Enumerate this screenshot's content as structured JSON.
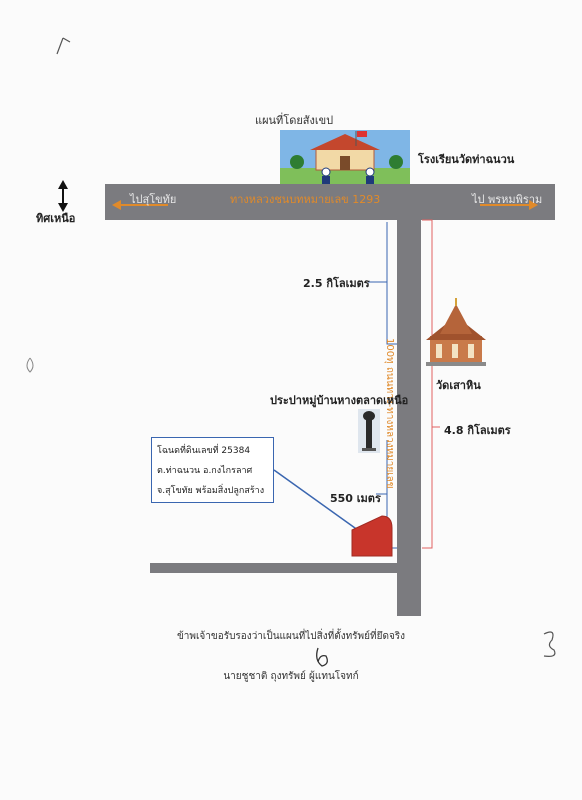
{
  "map": {
    "title": "แผนที่โดยสังเขป",
    "school": "โรงเรียนวัดท่าฉนวน",
    "to_left": "ไปสุโขทัย",
    "to_right": "ไป พรหมพิราม",
    "main_road": "ทางหลวงชนบทหมายเลข 1293",
    "north": "ทิศเหนือ",
    "distance_1": "2.5 กิโลเมตร",
    "side_road": "100ทุ ถนนทาง-ทางหลวงหมายเลข",
    "temple": "วัดเสาหิน",
    "water_tower": "ประปาหมู่บ้านหางตลาดเหนือ",
    "distance_2": "4.8 กิโลเมตร",
    "distance_3": "550 เมตร",
    "deed": {
      "line1": "โฉนดที่ดินเลขที่ 25384",
      "line2": "ต.ท่าฉนวน อ.กงไกรลาศ",
      "line3": "จ.สุโขทัย พร้อมสิ่งปลูกสร้าง"
    },
    "colors": {
      "road": "#7b7b7f",
      "road_label": "#e08a2a",
      "box_border": "#3a66b0",
      "plot": "#c8352b",
      "distance_line": "#e06060"
    }
  },
  "footer": {
    "certify": "ข้าพเจ้าขอรับรองว่าเป็นแผนที่ไปสิ่งที่ตั้งทรัพย์ที่ยึดจริง",
    "signer": "นายชูชาติ ถุงทรัพย์ ผู้แทนโจทก์"
  }
}
